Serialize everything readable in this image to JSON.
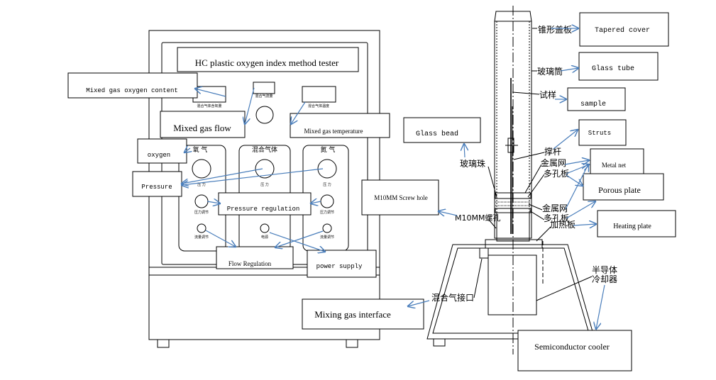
{
  "labels": {
    "title_box": "HC plastic oxygen index method tester",
    "mixed_gas_oxygen_content": "Mixed gas oxygen content",
    "mixed_gas_flow": "Mixed gas flow",
    "mixed_gas_temperature": "Mixed gas temperature",
    "oxygen": "oxygen",
    "pressure": "Pressure",
    "pressure_regulation": "Pressure regulation",
    "flow_regulation": "Flow Regulation",
    "power_supply": "power supply",
    "m10mm_screw_hole": "M10MM Screw hole",
    "mixing_gas_interface": "Mixing gas interface",
    "glass_bead": "Glass bead",
    "tapered_cover": "Tapered cover",
    "glass_tube": "Glass tube",
    "sample": "sample",
    "struts": "Struts",
    "metal_net": "Metal net",
    "porous_plate": "Porous plate",
    "heating_plate": "Heating plate",
    "semiconductor_cooler": "Semiconductor cooler"
  },
  "panel_text": {
    "oxygen_col": "氧 气",
    "mixed_col": "混合气体",
    "nitrogen_col": "氮 气",
    "pressure_small": "压 力",
    "pressure_reg_small": "压力调节",
    "flow_reg_small": "流量调节",
    "power_small": "电源",
    "mixed_oxygen_small": "混合气体含氧量",
    "mixed_flow_small": "混合气流量",
    "mixed_temp_small": "混合气体温度"
  },
  "cn_labels": {
    "tapered_cover": "锥形盖板",
    "glass_tube": "玻璃筒",
    "sample": "试样",
    "struts": "撑杆",
    "metal_net_1": "金属网",
    "porous_plate_1": "多孔板",
    "glass_bead": "玻璃珠",
    "metal_net_2": "金属网",
    "porous_plate_2": "多孔板",
    "m10_screw": "M10MM螺孔",
    "heating_plate": "加热板",
    "semiconductor_1": "半导体",
    "semiconductor_2": "冷却器",
    "mixing_gas": "混合气接口"
  }
}
